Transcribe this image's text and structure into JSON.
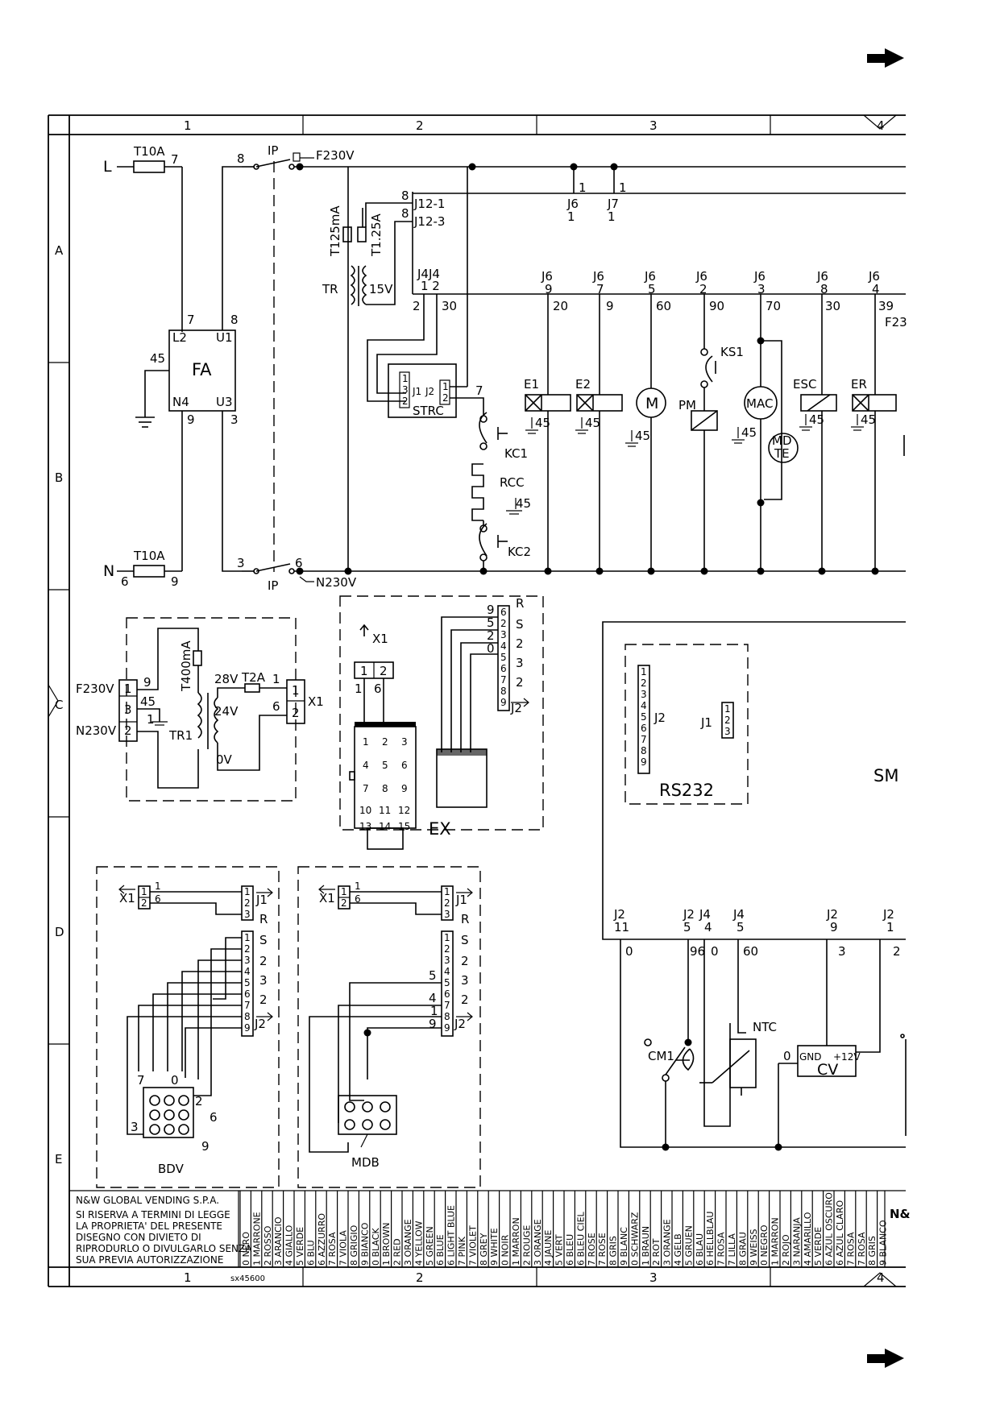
{
  "zones_columns": [
    "1",
    "2",
    "3",
    "4"
  ],
  "zones_rows": [
    "A",
    "B",
    "C",
    "D",
    "E"
  ],
  "power": {
    "phase": "L",
    "neutral": "N",
    "fuse_phase": "T10A",
    "fuse_neutral": "T10A",
    "phase_terminal": "7",
    "neutral_terminals": [
      "6",
      "9"
    ],
    "switch_label": "IP",
    "switch_terminals": [
      "8",
      "3",
      "6"
    ],
    "f230": "F230V",
    "n230": "N230V"
  },
  "filter": {
    "name": "FA",
    "pins": [
      "L2",
      "U1",
      "N4",
      "U3"
    ],
    "wires": [
      "7",
      "8",
      "45",
      "9",
      "3"
    ]
  },
  "transformer_top": {
    "fuse1": "T125mA",
    "fuse2": "T1.25A",
    "name": "TR",
    "out": "15V",
    "conn": [
      "J12-1",
      "J12-3"
    ],
    "nums": [
      "8",
      "8"
    ]
  },
  "strc": {
    "name": "STRC",
    "j1": "J1",
    "j2": "J2",
    "pins_j1": [
      "1",
      "3",
      "2"
    ],
    "pins_j2": [
      "1",
      "2"
    ],
    "wire": "7",
    "conn": [
      "J4J4",
      "1 2"
    ],
    "wires": [
      "2",
      "30"
    ]
  },
  "kc": {
    "kc1": "KC1",
    "kc2": "KC2",
    "rcc": "RCC",
    "gnd": "45"
  },
  "loads": [
    {
      "j": "J6",
      "pin": "9",
      "wire": "20",
      "name": "E1",
      "gnd": "45"
    },
    {
      "j": "J6",
      "pin": "7",
      "wire": "9",
      "name": "E2",
      "gnd": "45"
    },
    {
      "j": "J6",
      "pin": "5",
      "wire": "60",
      "name": "M",
      "gnd": "45"
    },
    {
      "j": "J6",
      "pin": "2",
      "wire": "90",
      "name": "PM",
      "sw": "KS1",
      "gnd": "45"
    },
    {
      "j": "J6",
      "pin": "3",
      "wire": "70",
      "name": "MAC",
      "sub": "MD TE"
    },
    {
      "j": "J6",
      "pin": "8",
      "wire": "30",
      "name": "ESC",
      "gnd": "45"
    },
    {
      "j": "J6",
      "pin": "4",
      "wire": "39",
      "name": "ER",
      "gnd": "45",
      "extra": "F23"
    }
  ],
  "top_conn": [
    {
      "j": "J6",
      "a": "1",
      "b": "1"
    },
    {
      "j": "J7",
      "a": "1",
      "b": "1"
    }
  ],
  "tr1": {
    "in_f": "F230V",
    "in_n": "N230V",
    "pins": [
      "1",
      "3",
      "2"
    ],
    "w9": "9",
    "w45": "45",
    "w1": "1",
    "fuse": "T400mA",
    "name": "TR1",
    "v28": "28V",
    "v24": "24V",
    "v0": "0V",
    "fuse2": "T2A",
    "out": "X1",
    "out_pins": [
      "1",
      "2"
    ],
    "w1b": "1",
    "w6": "6"
  },
  "ex": {
    "name": "EX",
    "x1": "X1",
    "x1_pins": [
      "1",
      "2"
    ],
    "x1_w": [
      "1",
      "6"
    ],
    "letters": [
      "R",
      "S",
      "2",
      "3",
      "2"
    ],
    "j2": "J2",
    "j2_pins": [
      "6",
      "2",
      "3",
      "4",
      "5",
      "6",
      "7",
      "8",
      "9"
    ],
    "nums": [
      "9",
      "5",
      "2",
      "0"
    ],
    "keys": [
      "1",
      "2",
      "3",
      "4",
      "5",
      "6",
      "7",
      "8",
      "9",
      "10",
      "11",
      "12",
      "13",
      "14",
      "15"
    ]
  },
  "bdv": {
    "name": "BDV",
    "x1": "X1",
    "j1": "J1",
    "j2": "J2",
    "letters": [
      "R",
      "S",
      "2",
      "3",
      "2"
    ],
    "x1_pins": [
      "1",
      "2"
    ],
    "x1_nums": [
      "1",
      "6"
    ],
    "pins": [
      "1",
      "2",
      "3",
      "4",
      "5",
      "6",
      "7",
      "8",
      "9"
    ],
    "nums": [
      "7",
      "0",
      "2",
      "6",
      "3",
      "9"
    ]
  },
  "mdb": {
    "name": "MDB",
    "x1": "X1",
    "j1": "J1",
    "j2": "J2",
    "letters": [
      "R",
      "S",
      "2",
      "3",
      "2"
    ],
    "x1_pins": [
      "1",
      "2"
    ],
    "x1_nums": [
      "1",
      "6"
    ],
    "pins": [
      "1",
      "2",
      "3",
      "4",
      "5",
      "6",
      "7",
      "8",
      "9"
    ],
    "nums": [
      "5",
      "4",
      "1",
      "9"
    ]
  },
  "sm": {
    "name": "SM",
    "rs232": "RS232",
    "j2": "J2",
    "j1": "J1",
    "j2_pins": [
      "1",
      "2",
      "3",
      "4",
      "5",
      "6",
      "7",
      "8",
      "9"
    ],
    "j1_pins": [
      "1",
      "2",
      "3"
    ],
    "conns": [
      {
        "j": "J2",
        "p": "11"
      },
      {
        "j": "J2",
        "p": "5"
      },
      {
        "j": "J4",
        "p": "4"
      },
      {
        "j": "J4",
        "p": "5"
      },
      {
        "j": "J2",
        "p": "9"
      },
      {
        "j": "J2",
        "p": "1"
      }
    ],
    "wires": [
      "0",
      "96",
      "0",
      "60",
      "3",
      "2"
    ],
    "cm1": "CM1",
    "ntc": "NTC",
    "cv": "CV",
    "gnd": "GND",
    "v12": "+12V",
    "w0": "0"
  },
  "title_block": {
    "company": "N&W GLOBAL VENDING S.P.A.",
    "legal": [
      "SI RISERVA A TERMINI DI LEGGE",
      "LA PROPRIETA' DEL PRESENTE",
      "DISEGNO CON DIVIETO DI",
      "RIPRODURLO O DIVULGARLO SENZA",
      "SUA PREVIA AUTORIZZAZIONE"
    ],
    "code": "sx45600",
    "tail": "N&",
    "colors": [
      "0 NERO",
      "1 MARRONE",
      "2 ROSSO",
      "3 ARANCIO",
      "4 GIALLO",
      "5 VERDE",
      "6 BLU",
      "6 AZZURRO",
      "7 ROSA",
      "7 VIOLA",
      "8 GRIGIO",
      "9 BIANCO",
      "0 BLACK",
      "1 BROWN",
      "2 RED",
      "3 ORANGE",
      "4 YELLOW",
      "5 GREEN",
      "6 BLUE",
      "6 LIGHT BLUE",
      "7 PINK",
      "7 VIOLET",
      "8 GREY",
      "9 WHITE",
      "0 NOIR",
      "1 MARRON",
      "2 ROUGE",
      "3 ORANGE",
      "4 JAUNE",
      "5 VERT",
      "6 BLEU",
      "6 BLEU CIEL",
      "7 ROSE",
      "7 ROSE",
      "8 GRIS",
      "9 BLANC",
      "0 SCHWARZ",
      "1 BRAUN",
      "2 ROT",
      "3 ORANGE",
      "4 GELB",
      "5 GRUEN",
      "6 BLAU",
      "6 HELLBLAU",
      "7 ROSA",
      "7 LILLA",
      "8 GRAU",
      "9 WEISS",
      "0 NEGRO",
      "1 MARRON",
      "2 ROJO",
      "3 NARANJA",
      "4 AMARILLO",
      "5 VERDE",
      "6 AZUL OSCURO",
      "6 AZUL CLARO",
      "7 ROSA",
      "7 ROSA",
      "8 GRIS",
      "9 BLANCO"
    ]
  }
}
